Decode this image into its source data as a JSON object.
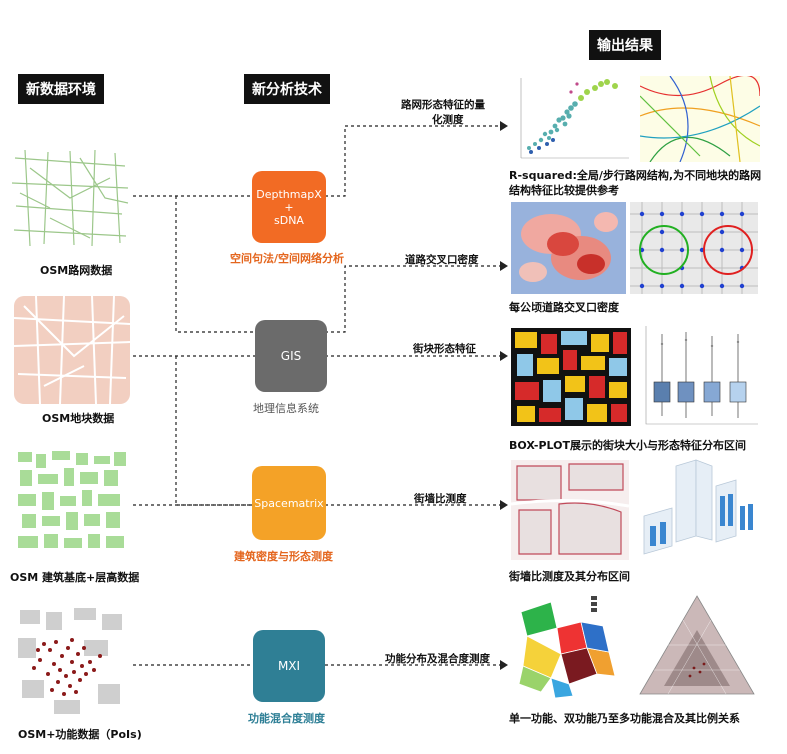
{
  "headers": {
    "data_env": "新数据环境",
    "tech": "新分析技术",
    "output": "输出结果"
  },
  "inputs": [
    {
      "label": "OSM路网数据"
    },
    {
      "label": "OSM地块数据"
    },
    {
      "label": "OSM 建筑基底+层高数据"
    },
    {
      "label": "OSM+功能数据（PoIs)"
    }
  ],
  "methods": [
    {
      "box": "DepthmapX\n+\nsDNA",
      "caption": "空间句法/空间网络分析",
      "color": "#f26b24",
      "caption_color": "#e4661e"
    },
    {
      "box": "GIS",
      "caption": "地理信息系统",
      "color": "#6b6b6b",
      "caption_color": "#555555"
    },
    {
      "box": "Spacematrix",
      "caption": "建筑密度与形态测度",
      "color": "#f4a227",
      "caption_color": "#e4661e"
    },
    {
      "box": "MXI",
      "caption": "功能混合度测度",
      "color": "#2f7f95",
      "caption_color": "#2e7f96"
    }
  ],
  "edge_labels": {
    "road_form_l1": "路网形态特征的量",
    "road_form_l2": "化测度",
    "intersection": "道路交叉口密度",
    "block_form": "街块形态特征",
    "street_wall": "街墙比测度",
    "function_mix": "功能分布及混合度测度"
  },
  "outputs": {
    "r_squared_l1": "R-squared:全局/步行路网结构,为不同地块的路网",
    "r_squared_l2": "结构特征比较提供参考",
    "intersection_density": "每公顷道路交叉口密度",
    "boxplot": "BOX-PLOT展示的街块大小与形态特征分布区间",
    "street_wall_ratio": "街墙比测度及其分布区间",
    "mix_relation": "单一功能、双功能乃至多功能混合及其比例关系"
  },
  "colors": {
    "wire": "#222222",
    "road": "#9cc78a",
    "parcel": "#f2cfc1",
    "bldg": "#a9dc98",
    "poi": "#8b1a1a"
  }
}
